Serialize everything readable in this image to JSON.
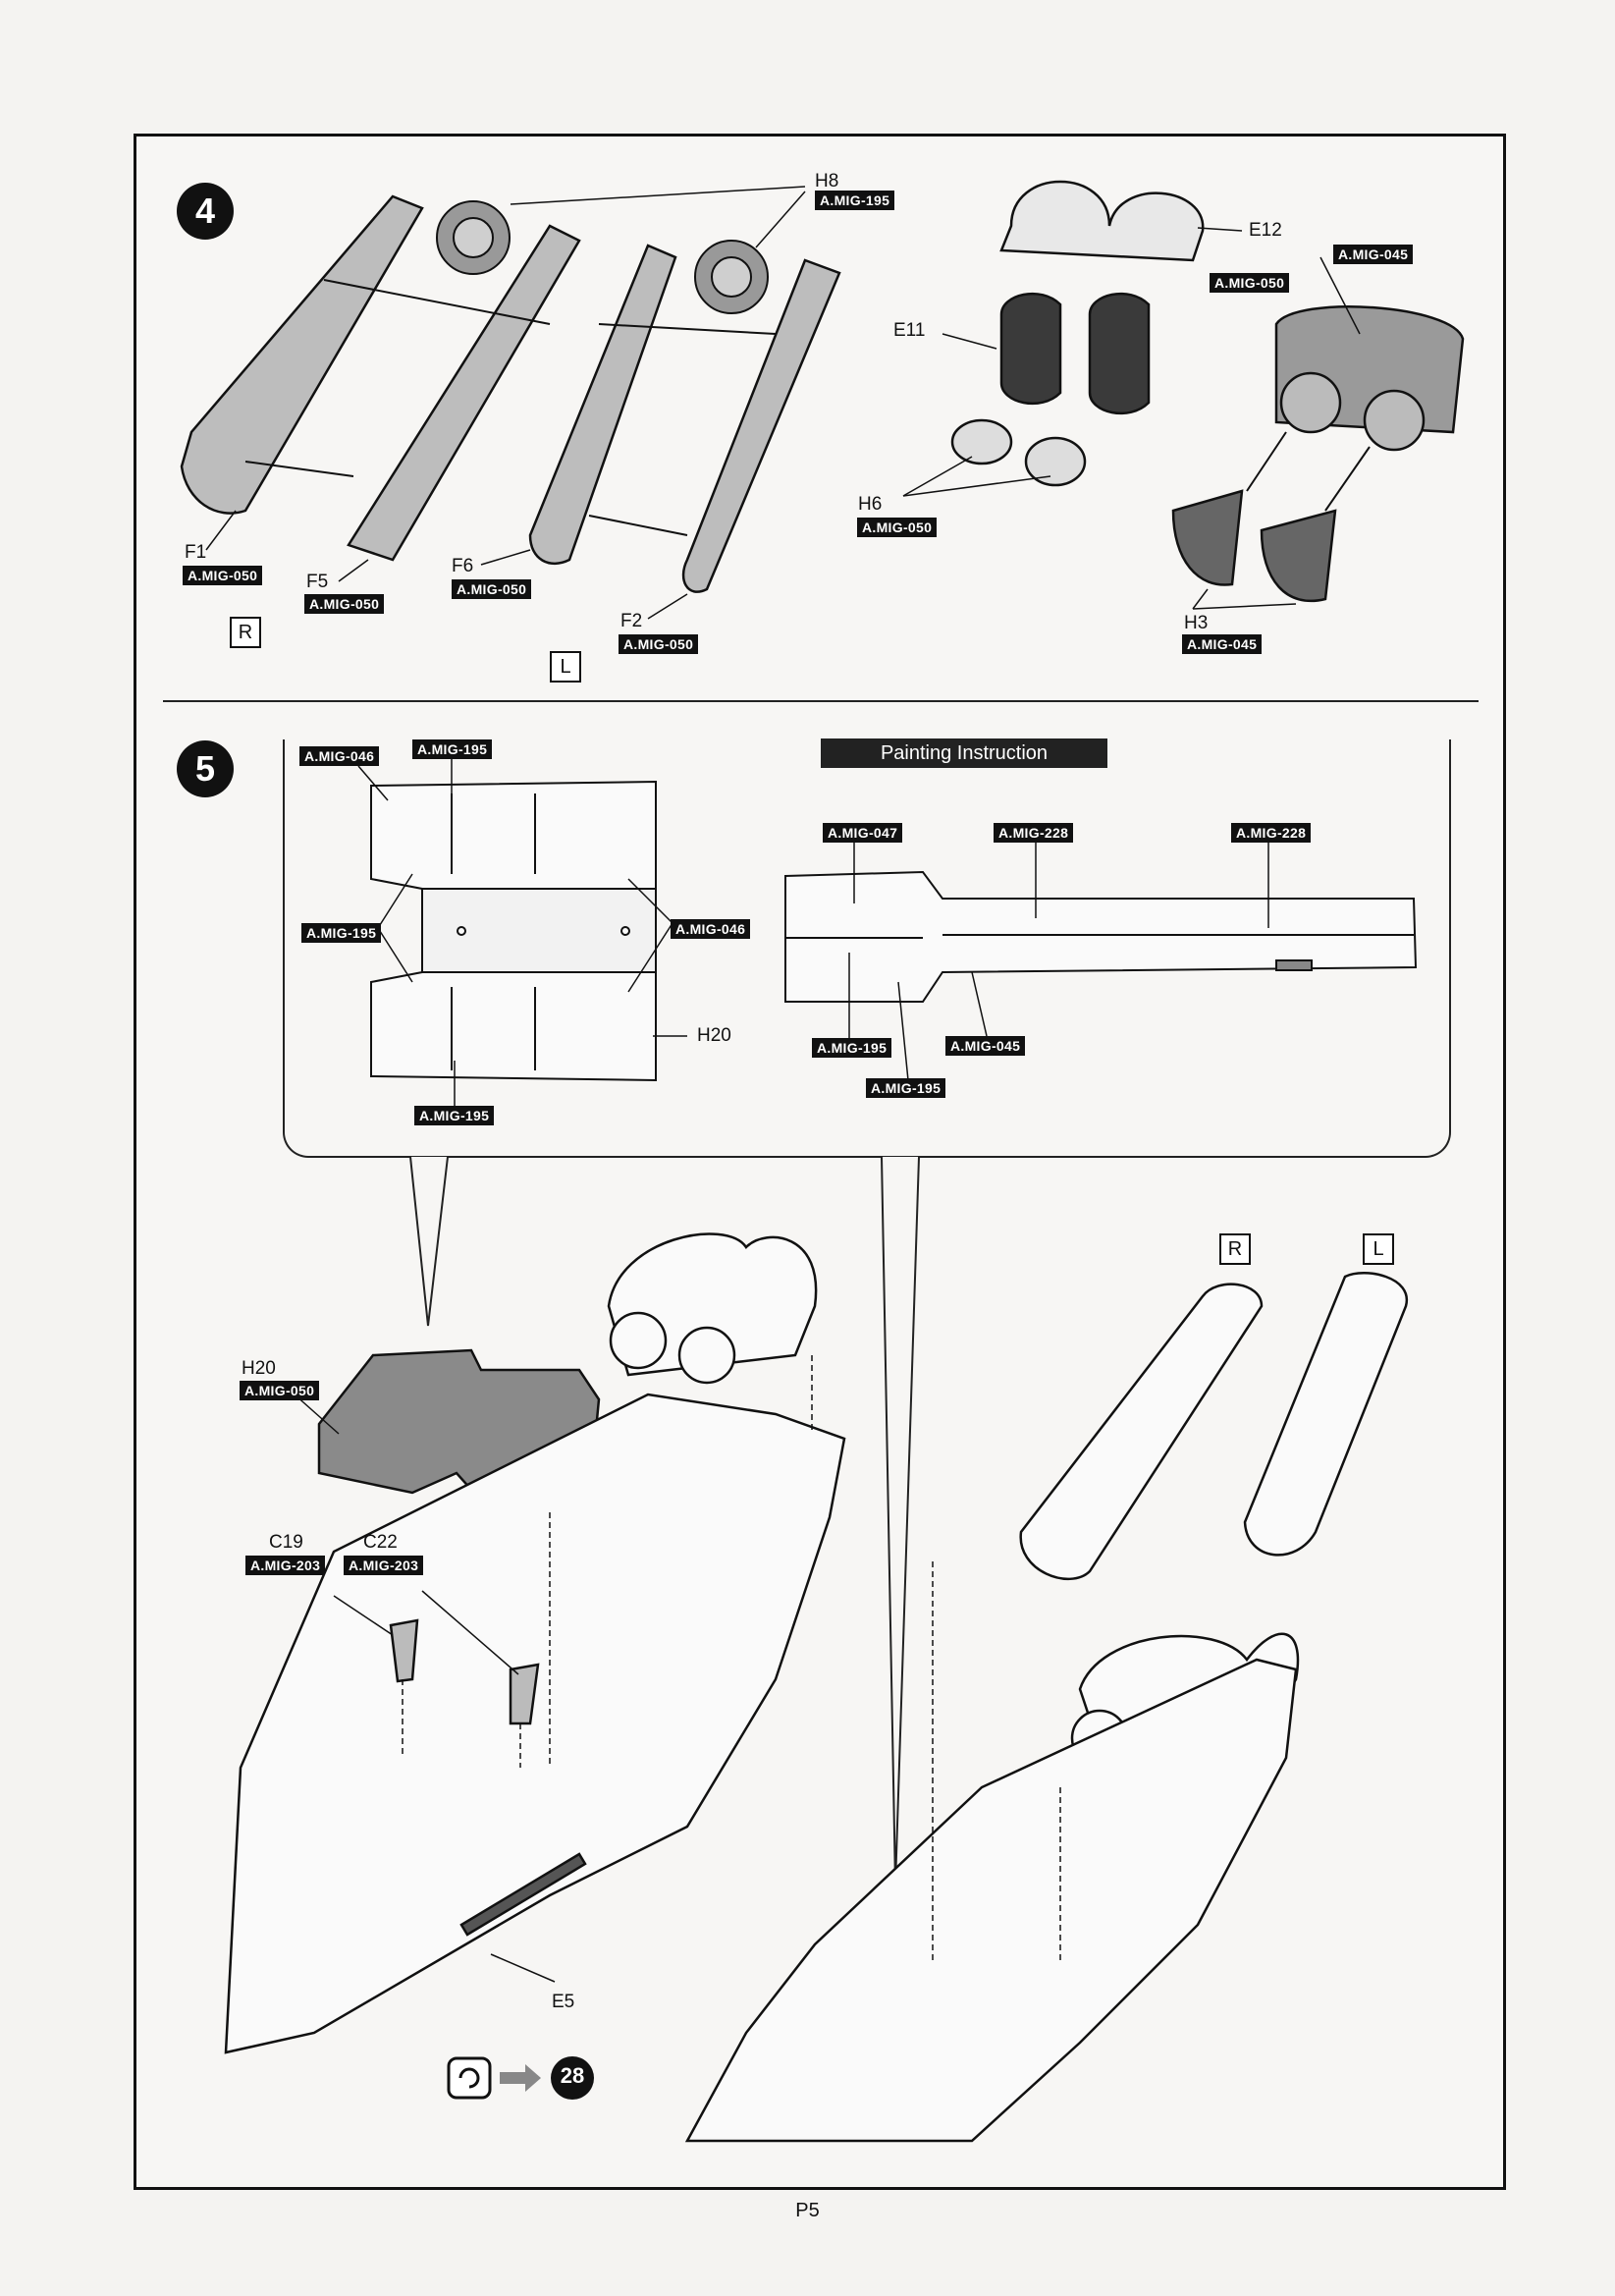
{
  "page_number": "P5",
  "step4": {
    "number": "4",
    "labels": {
      "h8": "H8",
      "e12": "E12",
      "e11": "E11",
      "h6": "H6",
      "f1": "F1",
      "f5": "F5",
      "f6": "F6",
      "f2": "F2",
      "h3": "H3"
    },
    "side_right": "R",
    "side_left": "L",
    "paints": {
      "h8": "A.MIG-195",
      "e12_top": "A.MIG-045",
      "e11": "A.MIG-050",
      "h6": "A.MIG-050",
      "f1": "A.MIG-050",
      "f5": "A.MIG-050",
      "f6": "A.MIG-050",
      "f2": "A.MIG-050",
      "h3": "A.MIG-045"
    }
  },
  "step5": {
    "number": "5",
    "painting_instruction": "Painting Instruction",
    "detail_paints": {
      "p1": "A.MIG-046",
      "p2": "A.MIG-195",
      "p3": "A.MIG-195",
      "p4": "A.MIG-046",
      "p5": "A.MIG-195",
      "p6": "A.MIG-047",
      "p7": "A.MIG-228",
      "p8": "A.MIG-228",
      "p9": "A.MIG-195",
      "p10": "A.MIG-045",
      "p11": "A.MIG-195"
    },
    "h20_detail": "H20",
    "h20_main": "H20",
    "h20_paint": "A.MIG-050",
    "c19": "C19",
    "c19_paint": "A.MIG-203",
    "c22": "C22",
    "c22_paint": "A.MIG-203",
    "e5": "E5",
    "side_right": "R",
    "side_left": "L",
    "goto_step": "28"
  }
}
